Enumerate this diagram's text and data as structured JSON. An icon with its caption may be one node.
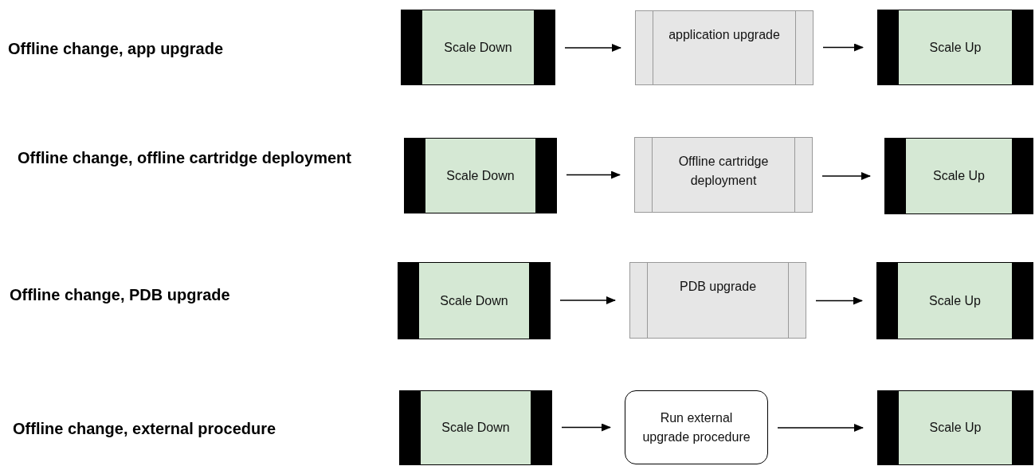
{
  "diagram": {
    "nodes": [
      {
        "text": [
          "Scale Down"
        ]
      },
      {
        "text": [
          "application upgrade"
        ]
      },
      {
        "text": [
          "Scale Up"
        ]
      },
      {
        "text": [
          "Scale Down"
        ]
      },
      {
        "text": [
          "Offline cartridge deployment"
        ]
      },
      {
        "text": [
          "Scale Up"
        ]
      },
      {
        "text": [
          "Scale Down"
        ]
      },
      {
        "text": [
          "PDB upgrade"
        ]
      },
      {
        "text": [
          "Scale Up"
        ]
      },
      {
        "text": [
          "Scale Down"
        ]
      },
      {
        "text": [
          "Run external upgrade procedure"
        ]
      },
      {
        "text": [
          "Scale Up"
        ]
      }
    ],
    "edges": [
      {
        "from": 0,
        "to": 1,
        "arrow": "to"
      },
      {
        "from": 1,
        "to": 2,
        "arrow": "to"
      },
      {
        "from": 3,
        "to": 4,
        "arrow": "to"
      },
      {
        "from": 4,
        "to": 5,
        "arrow": "to"
      },
      {
        "from": 6,
        "to": 7,
        "arrow": "to"
      },
      {
        "from": 7,
        "to": 8,
        "arrow": "to"
      },
      {
        "from": 9,
        "to": 10,
        "arrow": "to"
      },
      {
        "from": 10,
        "to": 11,
        "arrow": "to"
      }
    ],
    "labels": [
      "Offline change, app upgrade",
      "Offline change, offline cartridge deployment",
      "Offline change, PDB upgrade",
      "Offline change, external procedure"
    ]
  }
}
